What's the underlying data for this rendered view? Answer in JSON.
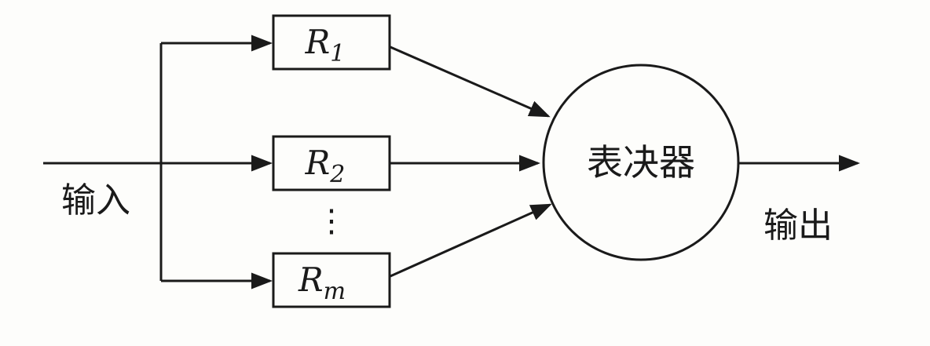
{
  "diagram": {
    "input_label": "输入",
    "output_label": "输出",
    "voter_label": "表决器",
    "ellipsis": "⋮",
    "modules": [
      {
        "base": "R",
        "sub": "1"
      },
      {
        "base": "R",
        "sub": "2"
      },
      {
        "base": "R",
        "sub": "m"
      }
    ],
    "colors": {
      "line": "#1a1a1a",
      "background": "#fdfdfb"
    }
  }
}
